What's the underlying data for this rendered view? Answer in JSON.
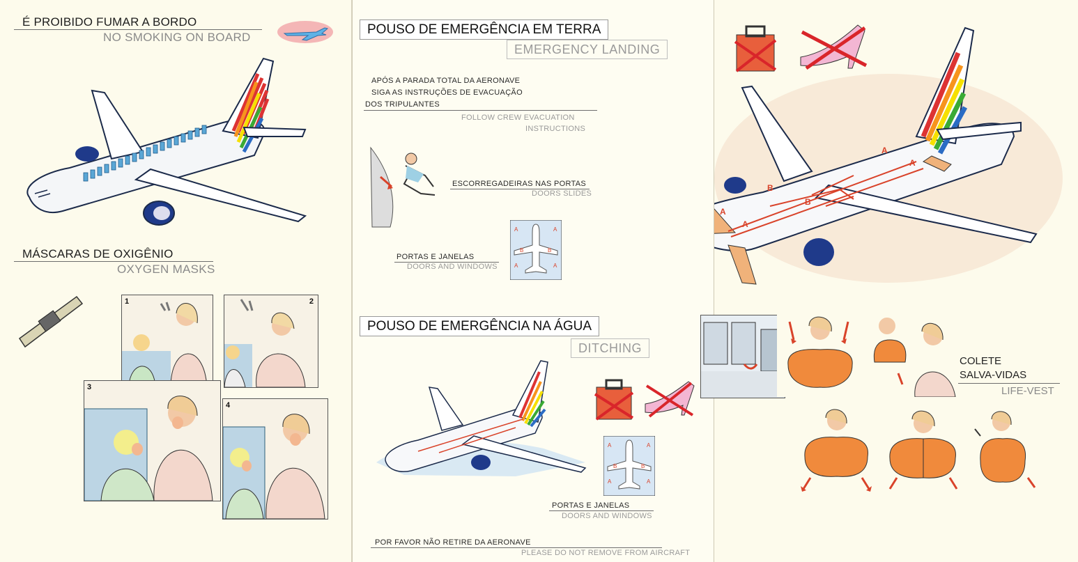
{
  "left": {
    "no_smoking_pt": "É PROIBIDO FUMAR A BORDO",
    "no_smoking_en": "NO SMOKING ON BOARD",
    "oxygen_pt": "MÁSCARAS DE OXIGÊNIO",
    "oxygen_en": "OXYGEN MASKS",
    "steps": [
      "1",
      "2",
      "3",
      "4"
    ]
  },
  "middle": {
    "land_title_pt": "POUSO DE EMERGÊNCIA EM TERRA",
    "land_title_en": "EMERGENCY LANDING",
    "after_stop_lines": [
      "APÓS A PARADA TOTAL DA AERONAVE",
      "SIGA AS INSTRUÇÕES DE EVACUAÇÃO",
      "DOS TRIPULANTES"
    ],
    "follow_lines": [
      "FOLLOW CREW EVACUATION",
      "INSTRUCTIONS"
    ],
    "slides_pt": "ESCORREGADEIRAS NAS PORTAS",
    "slides_en": "DOORS SLIDES",
    "doors_pt": "PORTAS E JANELAS",
    "doors_en": "DOORS AND WINDOWS",
    "ditch_title_pt": "POUSO DE EMERGÊNCIA NA ÁGUA",
    "ditch_title_en": "DITCHING",
    "doors2_pt": "PORTAS E JANELAS",
    "doors2_en": "DOORS AND WINDOWS",
    "footer_pt": "POR FAVOR NÃO RETIRE DA AERONAVE",
    "footer_en": "PLEASE DO NOT REMOVE FROM AIRCRAFT",
    "exit_letters": [
      "A",
      "B"
    ]
  },
  "right": {
    "vest_lines": [
      "COLETE",
      "SALVA-VIDAS"
    ],
    "vest_en": "LIFE-VEST",
    "exit_letters": [
      "A",
      "B"
    ]
  },
  "colors": {
    "arrow_red": "#d9432a",
    "jet_blue": "#1f3a8a",
    "vest_orange": "#f08a3c"
  }
}
